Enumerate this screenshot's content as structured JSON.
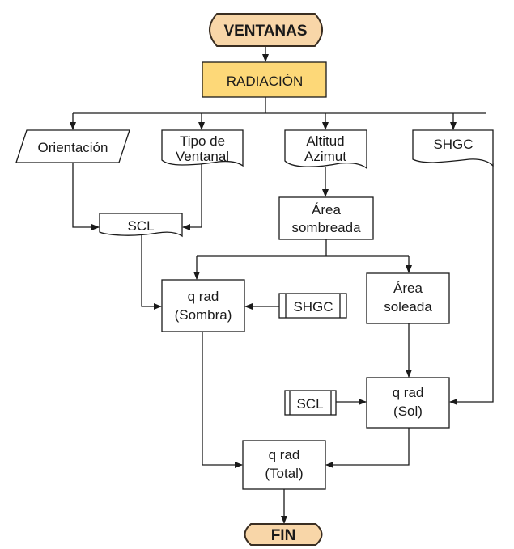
{
  "diagram": {
    "type": "flowchart",
    "colors": {
      "terminator_fill": "#F8D6A8",
      "process_highlight_fill": "#FDD878",
      "stroke": "#1a1a1a",
      "background": "#ffffff"
    },
    "nodes": {
      "start": {
        "label": "VENTANAS",
        "shape": "terminator"
      },
      "radiacion": {
        "label": "RADIACIÓN",
        "shape": "process-highlight"
      },
      "orientacion": {
        "label": "Orientación",
        "shape": "data"
      },
      "tipo_ventanal": {
        "lines": [
          "Tipo de",
          "Ventanal"
        ],
        "shape": "document"
      },
      "altitud_azimut": {
        "lines": [
          "Altitud",
          "Azimut"
        ],
        "shape": "document"
      },
      "shgc_input": {
        "label": "SHGC",
        "shape": "document"
      },
      "scl_doc": {
        "label": "SCL",
        "shape": "document"
      },
      "area_sombreada": {
        "lines": [
          "Área",
          "sombreada"
        ],
        "shape": "process"
      },
      "q_sombra": {
        "lines": [
          "q rad",
          "(Sombra)"
        ],
        "shape": "process"
      },
      "shgc_pre": {
        "label": "SHGC",
        "shape": "predefined-process"
      },
      "area_soleada": {
        "lines": [
          "Área",
          "soleada"
        ],
        "shape": "process"
      },
      "q_sol": {
        "lines": [
          "q rad",
          "(Sol)"
        ],
        "shape": "process"
      },
      "scl_pre": {
        "label": "SCL",
        "shape": "predefined-process"
      },
      "q_total": {
        "lines": [
          "q rad",
          "(Total)"
        ],
        "shape": "process"
      },
      "end": {
        "label": "FIN",
        "shape": "terminator"
      }
    },
    "edges": [
      [
        "VENTANAS",
        "RADIACIÓN"
      ],
      [
        "RADIACIÓN",
        "Orientación"
      ],
      [
        "RADIACIÓN",
        "Tipo de Ventanal"
      ],
      [
        "RADIACIÓN",
        "Altitud Azimut"
      ],
      [
        "RADIACIÓN",
        "SHGC"
      ],
      [
        "Orientación",
        "SCL"
      ],
      [
        "Tipo de Ventanal",
        "SCL"
      ],
      [
        "Altitud Azimut",
        "Área sombreada"
      ],
      [
        "Área sombreada",
        "q rad (Sombra)"
      ],
      [
        "Área sombreada",
        "Área soleada"
      ],
      [
        "SCL",
        "q rad (Sombra)"
      ],
      [
        "SHGC (predefined)",
        "q rad (Sombra)"
      ],
      [
        "Área soleada",
        "q rad (Sol)"
      ],
      [
        "SCL (predefined)",
        "q rad (Sol)"
      ],
      [
        "SHGC",
        "q rad (Sol)"
      ],
      [
        "q rad (Sombra)",
        "q rad (Total)"
      ],
      [
        "q rad (Sol)",
        "q rad (Total)"
      ],
      [
        "q rad (Total)",
        "FIN"
      ]
    ]
  }
}
